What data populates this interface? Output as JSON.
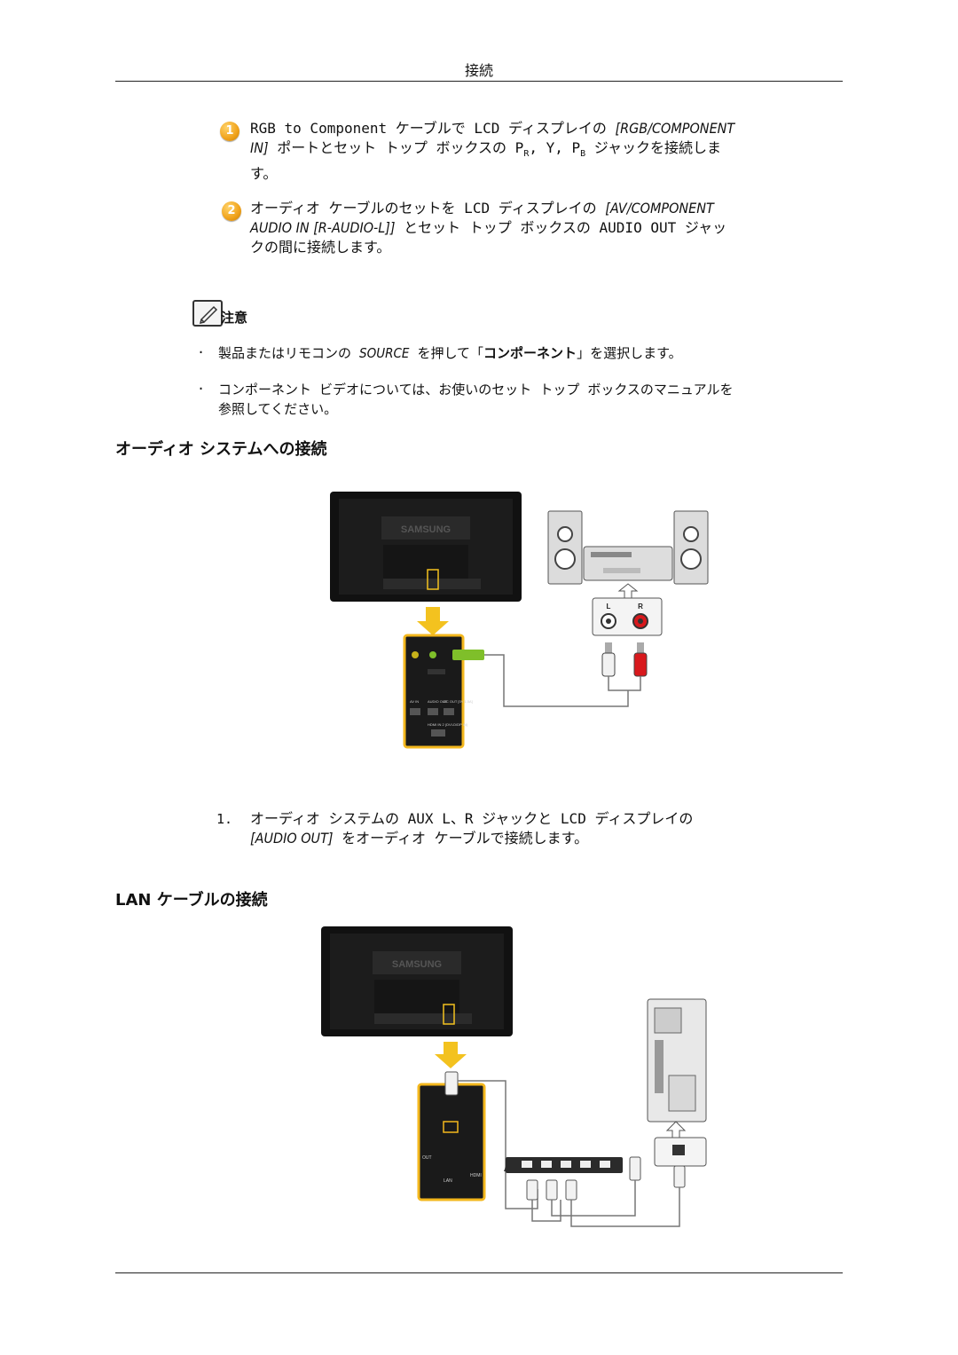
{
  "header": {
    "title": "接続"
  },
  "steps": [
    {
      "number": "1",
      "line1_prefix": "RGB to Component ケーブルで LCD ディスプレイの ",
      "line1_italic": "[RGB/COMPONENT",
      "line2_italic": "IN]",
      "line2_text": " ポートとセット トップ ボックスの P",
      "sub_r": "R",
      "mid": ", Y, P",
      "sub_b": "B",
      "line2_end": " ジャックを接続しま",
      "line3": "す。"
    },
    {
      "number": "2",
      "line1_prefix": "オーディオ ケーブルのセットを LCD ディスプレイの ",
      "line1_italic": "[AV/COMPONENT",
      "line2_italic": "AUDIO IN [R-AUDIO-L]]",
      "line2_text": " とセット トップ ボックスの AUDIO OUT ジャッ",
      "line3": "クの間に接続します。"
    }
  ],
  "note": {
    "label": "注意",
    "bullet_mark": "·",
    "bullets": [
      {
        "pre": "製品またはリモコンの ",
        "italic": "SOURCE",
        "mid": " を押して「",
        "bold": "コンポーネント",
        "post": "」を選択します。"
      },
      {
        "line1": "コンポーネント ビデオについては、お使いのセット トップ ボックスのマニュアルを",
        "line2": "参照してください。"
      }
    ]
  },
  "audio_section": {
    "heading": "オーディオ システムへの接続",
    "figure": {
      "brand": "SAMSUNG",
      "jack_l": "L",
      "jack_r": "R",
      "port_labels": [
        "AV IN",
        "AUDIO OUT",
        "DC OUT [5V 1.5A]",
        "HDMI IN 2 (DVI-D/DP IN)"
      ]
    },
    "step_number": "1.",
    "step_line1": "オーディオ システムの AUX L、R ジャックと LCD ディスプレイの",
    "step_italic": "[AUDIO OUT]",
    "step_line2": " をオーディオ ケーブルで接続します。"
  },
  "lan_section": {
    "heading": "LAN ケーブルの接続",
    "figure": {
      "brand": "SAMSUNG",
      "port_labels": [
        "OUT",
        "LAN",
        "HDMI"
      ]
    }
  },
  "colors": {
    "accent_yellow": "#f3b71d",
    "arrow_yellow": "#f3c21f",
    "audio_plug_green": "#7fbf2a",
    "rca_red": "#d8191d"
  }
}
